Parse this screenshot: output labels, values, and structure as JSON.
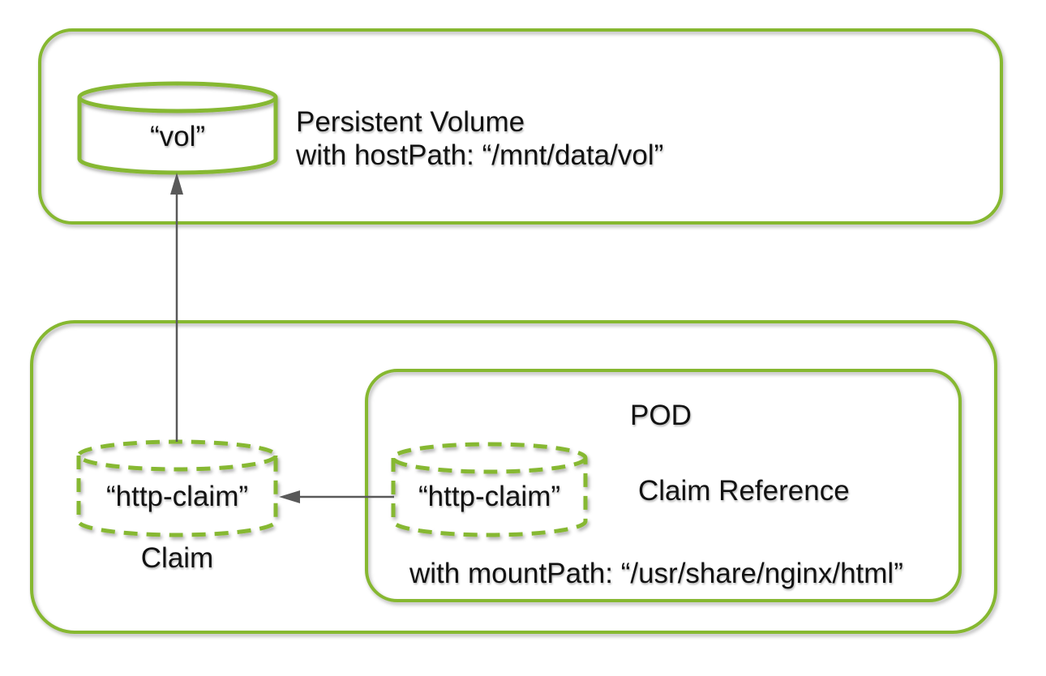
{
  "colors": {
    "accent_green": "#86B830",
    "arrow_gray": "#595959",
    "text_black": "#121212",
    "background": "#FFFFFF"
  },
  "diagram": {
    "persistent_volume": {
      "cylinder_label": "“vol”",
      "title": "Persistent Volume",
      "host_path": "with hostPath: “/mnt/data/vol”"
    },
    "claim": {
      "cylinder_label": "“http-claim”",
      "caption": "Claim"
    },
    "pod": {
      "title": "POD",
      "cylinder_label": "“http-claim”",
      "claim_reference": "Claim Reference",
      "mount_path": "with mountPath: “/usr/share/nginx/html”"
    }
  }
}
